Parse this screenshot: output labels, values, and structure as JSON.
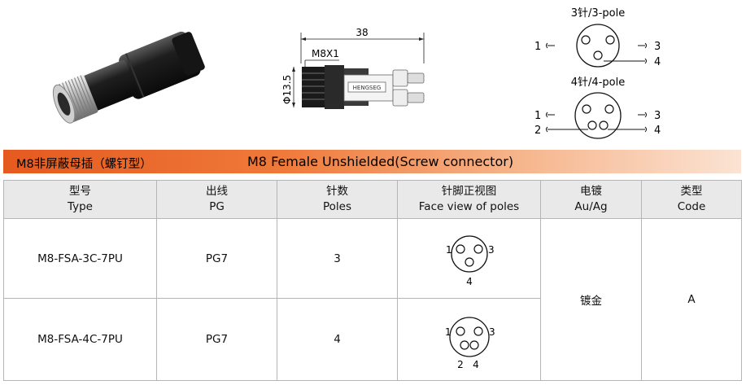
{
  "drawing": {
    "length_dim": "38",
    "thread_label": "M8X1",
    "diameter_label": "Φ13.5",
    "brand_text": "HENGSEG"
  },
  "pinout_diagrams": [
    {
      "title": "3针/3-pole",
      "left_pins": [
        "1"
      ],
      "right_pins": [
        "3",
        "4"
      ]
    },
    {
      "title": "4针/4-pole",
      "left_pins": [
        "1",
        "2"
      ],
      "right_pins": [
        "3",
        "4"
      ]
    }
  ],
  "banner": {
    "title_cn": "M8非屏蔽母插（螺钉型）",
    "title_en": "M8 Female Unshielded(Screw connector)"
  },
  "table": {
    "headers": [
      {
        "cn": "型号",
        "en": "Type"
      },
      {
        "cn": "出线",
        "en": "PG"
      },
      {
        "cn": "针数",
        "en": "Poles"
      },
      {
        "cn": "针脚正视图",
        "en": "Face view of poles"
      },
      {
        "cn": "电镀",
        "en": "Au/Ag"
      },
      {
        "cn": "类型",
        "en": "Code"
      }
    ],
    "rows": [
      {
        "type": "M8-FSA-3C-7PU",
        "pg": "PG7",
        "poles": "3",
        "face_labels": [
          "1",
          "3",
          "4"
        ]
      },
      {
        "type": "M8-FSA-4C-7PU",
        "pg": "PG7",
        "poles": "4",
        "face_labels": [
          "1",
          "3",
          "2",
          "4"
        ]
      }
    ],
    "plating": "镀金",
    "code": "A"
  }
}
